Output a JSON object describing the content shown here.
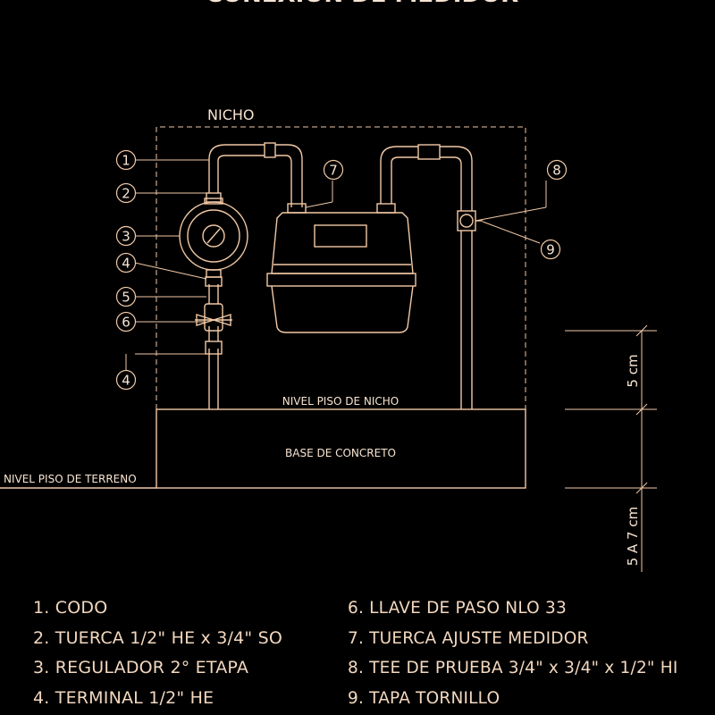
{
  "title": "CONEXION DE MEDIDOR",
  "labels": {
    "nicho": "NICHO",
    "nivel_piso_nicho": "NIVEL PISO DE NICHO",
    "base_concreto": "BASE DE CONCRETO",
    "nivel_piso_terreno": "NIVEL PISO DE TERRENO",
    "dim_upper": "5 cm",
    "dim_lower": "5 A 7 cm"
  },
  "callouts": [
    "1",
    "2",
    "3",
    "4",
    "5",
    "6",
    "4",
    "7",
    "8",
    "9"
  ],
  "legend": {
    "left": [
      "1. CODO",
      "2. TUERCA 1/2\" HE x 3/4\" SO",
      "3. REGULADOR 2° ETAPA",
      "4. TERMINAL 1/2\" HE"
    ],
    "right": [
      "6. LLAVE DE PASO NLO 33",
      "7. TUERCA AJUSTE MEDIDOR",
      "8. TEE DE PRUEBA 3/4\" x 3/4\" x 1/2\" HI",
      "9. TAPA TORNILLO"
    ]
  },
  "colors": {
    "background": "#000000",
    "lines": "#f2c9a6",
    "text": "#f7e4d2"
  }
}
